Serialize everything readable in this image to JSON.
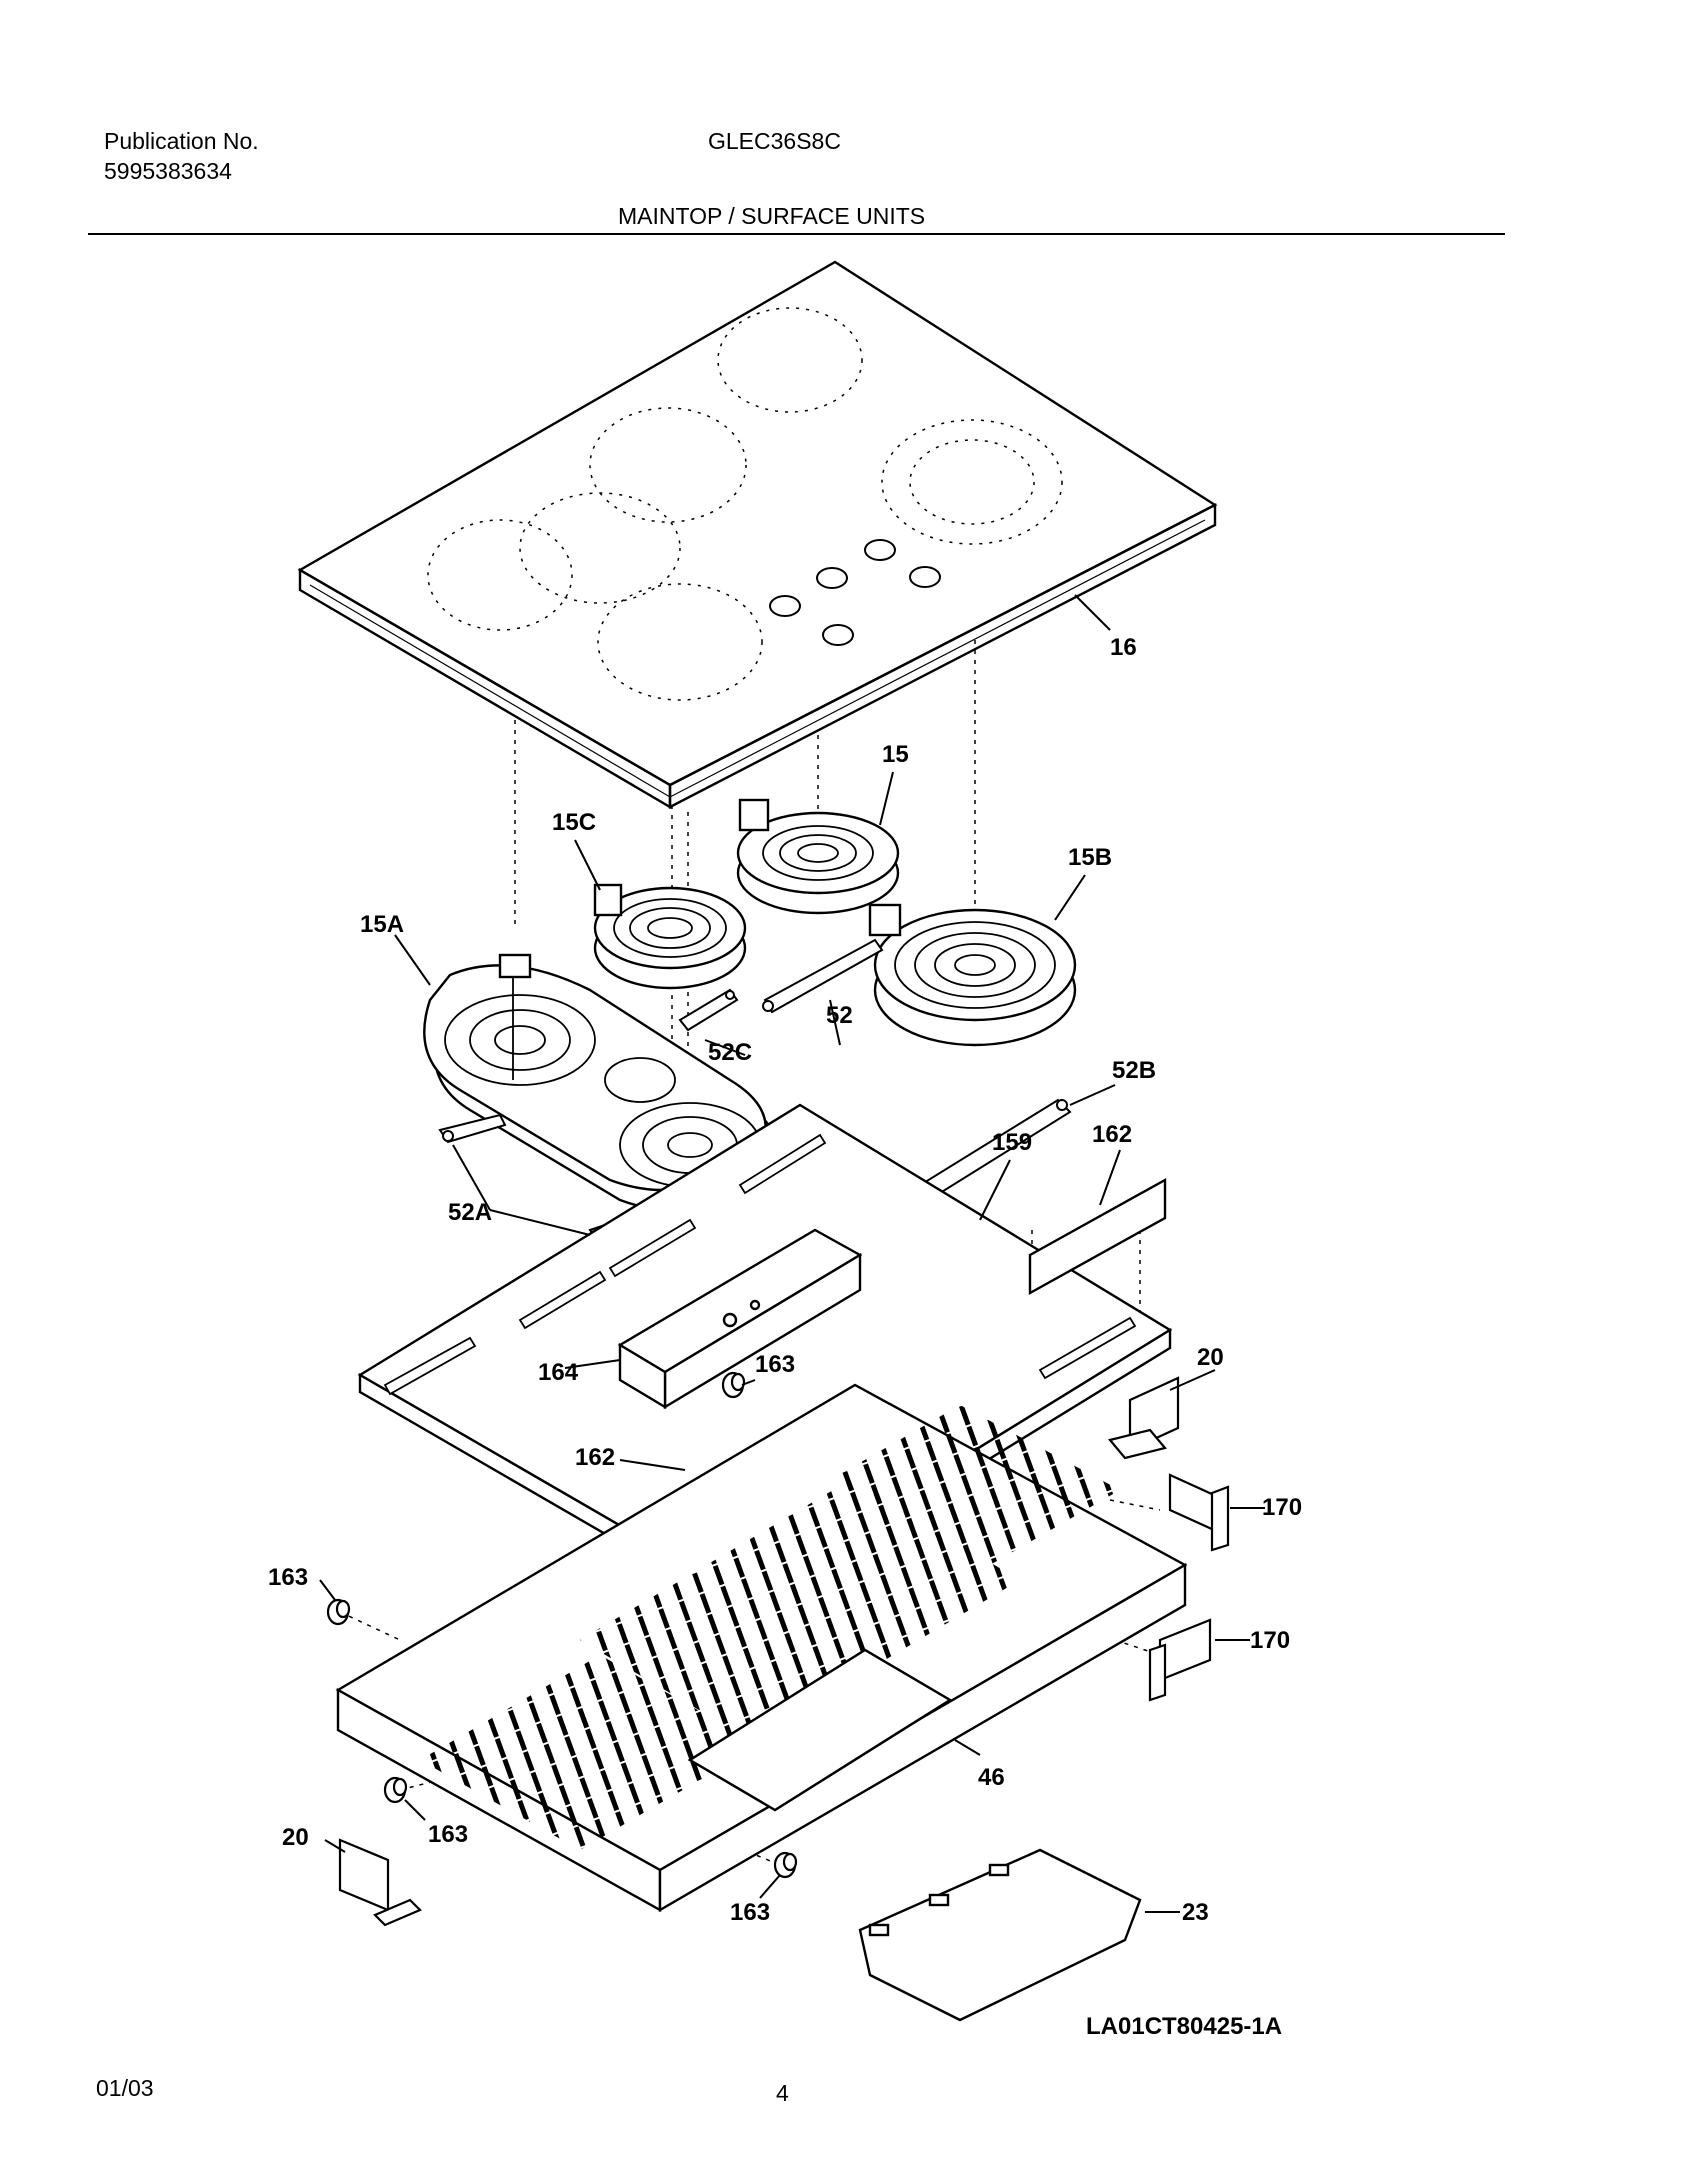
{
  "header": {
    "publication_label": "Publication No.",
    "publication_number": "5995383634",
    "model": "GLEC36S8C",
    "section_title": "MAINTOP / SURFACE UNITS"
  },
  "callouts": {
    "maintop": "16",
    "surface_unit_rear_right": "15",
    "surface_unit_rear_left": "15C",
    "surface_unit_front_right": "15B",
    "surface_unit_bridge": "15A",
    "bracket_52": "52",
    "bracket_52b": "52B",
    "bracket_52c": "52C",
    "bracket_52a": "52A",
    "heat_shield": "159",
    "insulation_162_right": "162",
    "insulation_162_center": "162",
    "support_channel": "164",
    "grommet_center": "163",
    "grommet_left": "163",
    "grommet_bottom_left": "163",
    "grommet_bottom_center": "163",
    "bracket_20_right": "20",
    "bracket_20_left": "20",
    "bracket_170_upper": "170",
    "bracket_170_lower": "170",
    "burner_box": "46",
    "cover_plate": "23"
  },
  "footer": {
    "drawing_number": "LA01CT80425-1A",
    "date": "01/03",
    "page_number": "4"
  }
}
